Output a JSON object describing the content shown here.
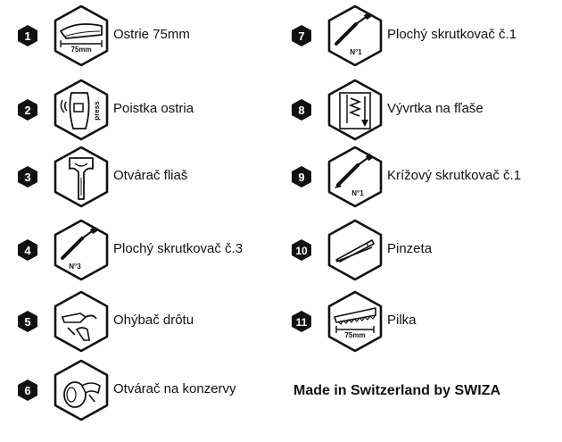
{
  "items": [
    {
      "number": "1",
      "label": "Ostrie 75mm",
      "icon": "knife-blade-icon",
      "icon_text": "75mm"
    },
    {
      "number": "2",
      "label": "Poistka ostria",
      "icon": "blade-lock-icon",
      "icon_text": "press"
    },
    {
      "number": "3",
      "label": "Otvárač fliaš",
      "icon": "bottle-opener-icon"
    },
    {
      "number": "4",
      "label": "Plochý skrutkovač č.3",
      "icon": "flat-screwdriver-icon",
      "icon_text": "N°3"
    },
    {
      "number": "5",
      "label": "Ohýbač drôtu",
      "icon": "wire-bender-icon"
    },
    {
      "number": "6",
      "label": "Otvárač na konzervy",
      "icon": "can-opener-icon"
    },
    {
      "number": "7",
      "label": "Plochý skrutkovač č.1",
      "icon": "flat-screwdriver-icon",
      "icon_text": "N°1"
    },
    {
      "number": "8",
      "label": "Vývrtka na fľaše",
      "icon": "corkscrew-icon"
    },
    {
      "number": "9",
      "label": "Krížový skrutkovač č.1",
      "icon": "phillips-screwdriver-icon",
      "icon_text": "N°1"
    },
    {
      "number": "10",
      "label": "Pinzeta",
      "icon": "tweezers-icon"
    },
    {
      "number": "11",
      "label": "Pilka",
      "icon": "saw-icon",
      "icon_text": "75mm"
    }
  ],
  "footer": "Made in Switzerland by SWIZA",
  "colors": {
    "ink": "#111111",
    "badge": "#111111",
    "badge_text": "#ffffff",
    "background": "#ffffff"
  }
}
